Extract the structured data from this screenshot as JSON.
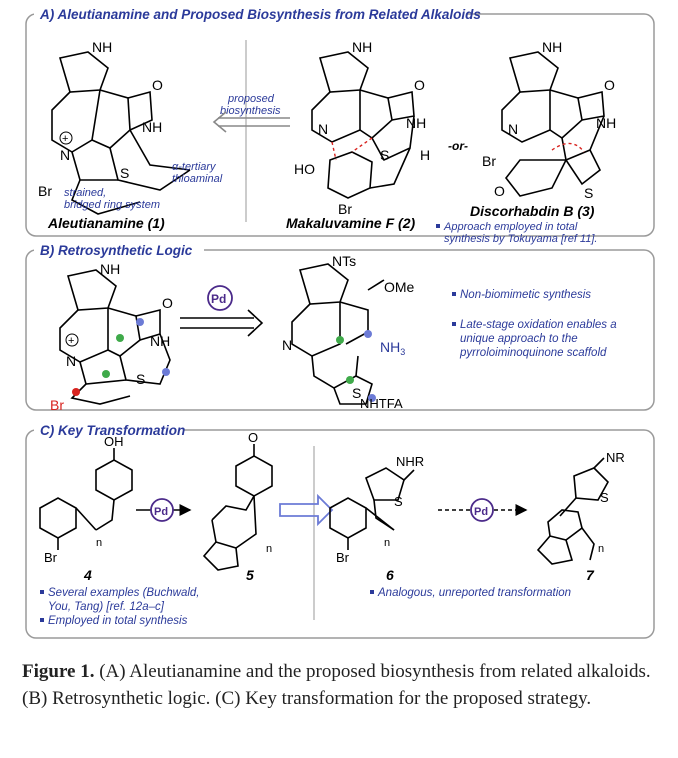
{
  "panels": {
    "a": {
      "title": "A) Aleutianamine and Proposed Biosynthesis from Related Alkaloids",
      "arrow_label_1": "proposed",
      "arrow_label_2": "biosynthesis",
      "note_thioaminal_1": "α-tertiary",
      "note_thioaminal_2": "thioaminal",
      "note_strained_1": "strained,",
      "note_strained_2": "bridged ring system",
      "compound_1": "Aleutianamine (1)",
      "compound_2": "Makaluvamine F (2)",
      "compound_3": "Discorhabdin B (3)",
      "or_text": "-or-",
      "note_approach_1": "Approach employed in total",
      "note_approach_2": "synthesis by Tokuyama [ref 11]."
    },
    "b": {
      "title": "B) Retrosynthetic Logic",
      "nh3": "NH",
      "nh3_sub": "3",
      "bullet_1": "Non-biomimetic synthesis",
      "bullet_2_1": "Late-stage oxidation enables a",
      "bullet_2_2": "unique approach to the",
      "bullet_2_3": "pyrroloiminoquinone scaffold"
    },
    "c": {
      "title": "C) Key Transformation",
      "label_4": "4",
      "label_5": "5",
      "label_6": "6",
      "label_7": "7",
      "bullet_1_1": "Several examples (Buchwald,",
      "bullet_1_2": "You, Tang) [ref. 12a–c]",
      "bullet_2": "Employed in total synthesis",
      "bullet_3": "Analogous, unreported transformation"
    }
  },
  "atoms": {
    "nh": "NH",
    "o": "O",
    "n": "N",
    "s": "S",
    "br": "Br",
    "ho": "HO",
    "h": "H",
    "nts": "NTs",
    "ome": "OMe",
    "nhtfa": "NHTFA",
    "oh": "OH",
    "nhr": "NHR",
    "nr": "NR",
    "n_sub": "n",
    "pd": "Pd",
    "plus": "+"
  },
  "caption": {
    "figure_label": "Figure 1.",
    "text": " (A) Aleutianamine and the proposed biosynthesis from related alkaloids. (B) Retrosynthetic logic. (C) Key transformation for the proposed strategy."
  },
  "colors": {
    "panel_border": "#9a9a9a",
    "label_blue": "#2b3a9a",
    "highlight_red": "#d8231f",
    "highlight_green": "#3faa4a",
    "highlight_blue": "#6c7bd6",
    "pd_purple": "#4b2a8a"
  }
}
